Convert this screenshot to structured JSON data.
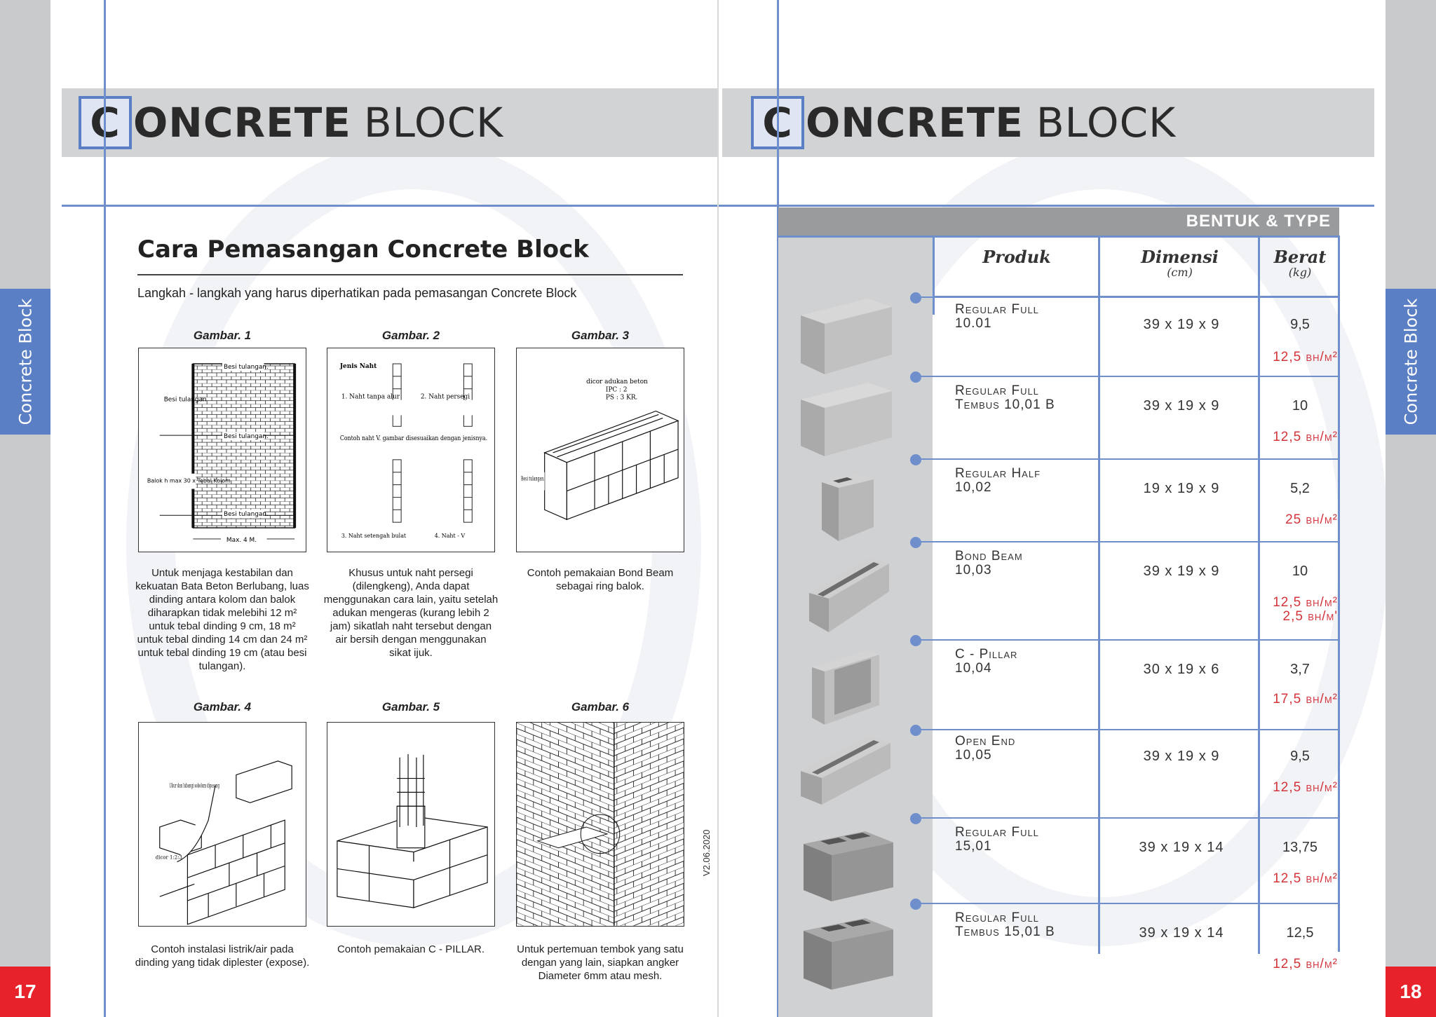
{
  "pages": {
    "left_number": "17",
    "right_number": "18",
    "side_tab_left": "Concrete Block",
    "side_tab_right": "Concrete Block"
  },
  "header": {
    "left": {
      "initial": "C",
      "bold": "ONCRETE",
      "rest": "BLOCK"
    },
    "right": {
      "initial": "C",
      "bold": "ONCRETE",
      "rest": "BLOCK"
    }
  },
  "installation": {
    "title": "Cara Pemasangan Concrete Block",
    "intro": "Langkah - langkah yang harus diperhatikan pada pemasangan Concrete Block",
    "version": "V2.06.2020",
    "figures": [
      {
        "label": "Gambar. 1",
        "caption": "Untuk menjaga kestabilan dan kekuatan Bata Beton Berlubang, luas dinding antara kolom dan balok diharapkan tidak melebihi 12 m² untuk tebal dinding 9 cm, 18 m² untuk tebal dinding 14 cm dan 24 m² untuk tebal dinding 19 cm (atau besi tulangan).",
        "notes": [
          "Besi tulangan.",
          "Besi tulangan",
          "Besi tulangan.",
          "Balok h max 30 x Tebal Kolom",
          "Besi tulangan.",
          "Max. 4 M."
        ]
      },
      {
        "label": "Gambar. 2",
        "caption": "Khusus untuk naht persegi (dilengkeng), Anda dapat menggunakan cara lain, yaitu setelah adukan mengeras (kurang lebih 2 jam) sikatlah naht tersebut dengan air bersih dengan menggunakan sikat ijuk.",
        "notes": [
          "Jenis Naht",
          "1. Naht tanpa alur",
          "2. Naht persegi",
          "Contoh naht V. gambar disesuaikan dengan jenisnya.",
          "3. Naht setengah bulat",
          "4. Naht - V"
        ]
      },
      {
        "label": "Gambar. 3",
        "caption": "Contoh pemakaian Bond Beam sebagai ring balok.",
        "notes": [
          "dicor adukan beton",
          "IPC : 2",
          "PS : 3 KR.",
          "Besi tulangan."
        ]
      },
      {
        "label": "Gambar. 4",
        "caption": "Contoh instalasi listrik/air pada dinding yang tidak diplester (expose).",
        "notes": [
          "Ukur dan lubangi sebelum dipasang",
          "dicor 1:2:3"
        ]
      },
      {
        "label": "Gambar. 5",
        "caption": "Contoh pemakaian C - PILLAR.",
        "notes": []
      },
      {
        "label": "Gambar. 6",
        "caption": "Untuk pertemuan tembok yang satu dengan yang lain, siapkan angker Diameter 6mm atau mesh.",
        "notes": []
      }
    ]
  },
  "types": {
    "bar_label": "BENTUK & TYPE",
    "columns": [
      {
        "label": "Produk",
        "unit": ""
      },
      {
        "label": "Dimensi",
        "unit": "(cm)"
      },
      {
        "label": "Berat",
        "unit": "(kg)"
      }
    ],
    "rows": [
      {
        "line1": "Regular Full",
        "line2": "10.01",
        "dimension": "39 x 19 x 9",
        "weight": "9,5",
        "qty1": "12,5 bh/m²",
        "qty2": ""
      },
      {
        "line1": "Regular Full",
        "line2": "Tembus 10,01 B",
        "dimension": "39 x 19 x 9",
        "weight": "10",
        "qty1": "12,5 bh/m²",
        "qty2": ""
      },
      {
        "line1": "Regular Half",
        "line2": "10,02",
        "dimension": "19 x 19 x 9",
        "weight": "5,2",
        "qty1": "25 bh/m²",
        "qty2": ""
      },
      {
        "line1": "Bond Beam",
        "line2": "10,03",
        "dimension": "39 x 19 x 9",
        "weight": "10",
        "qty1": "12,5 bh/m²",
        "qty2": "2,5 bh/m'"
      },
      {
        "line1": "C - Pillar",
        "line2": "10,04",
        "dimension": "30 x 19 x 6",
        "weight": "3,7",
        "qty1": "17,5 bh/m²",
        "qty2": ""
      },
      {
        "line1": "Open End",
        "line2": "10,05",
        "dimension": "39 x 19 x 9",
        "weight": "9,5",
        "qty1": "12,5 bh/m²",
        "qty2": ""
      },
      {
        "line1": "Regular Full",
        "line2": "15,01",
        "dimension": "39 x 19 x 14",
        "weight": "13,75",
        "qty1": "12,5 bh/m²",
        "qty2": ""
      },
      {
        "line1": "Regular Full",
        "line2": "Tembus 15,01 B",
        "dimension": "39 x 19 x 14",
        "weight": "12,5",
        "qty1": "12,5 bh/m²",
        "qty2": ""
      }
    ]
  }
}
